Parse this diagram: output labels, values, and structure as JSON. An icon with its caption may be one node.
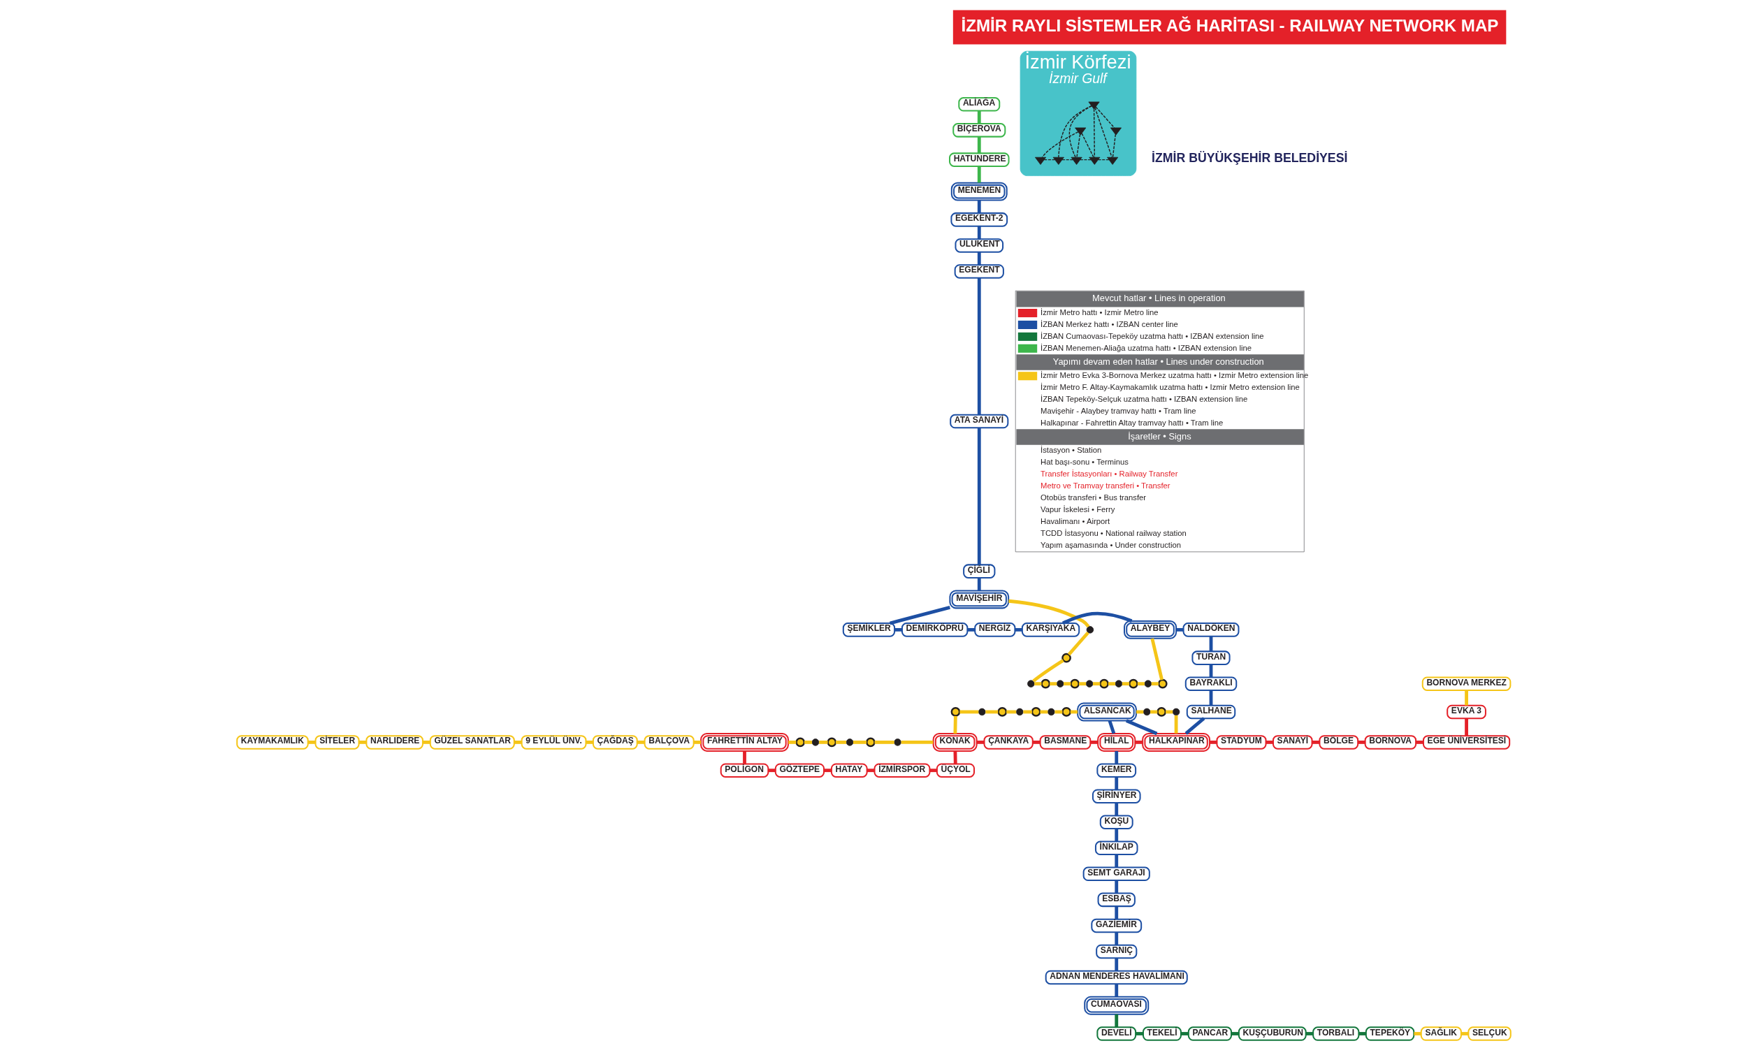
{
  "diagram": {
    "title": "İZMİR RAYLI SİSTEMLER AĞ HARİTASI - RAILWAY NETWORK MAP",
    "nodes": [
      {
        "text": [
          "ALİAĞA"
        ]
      },
      {
        "text": [
          "BİÇEROVA"
        ]
      },
      {
        "text": [
          "HATUNDERE"
        ]
      },
      {
        "text": [
          "MENEMEN"
        ]
      },
      {
        "text": [
          "EGEKENT-2"
        ]
      },
      {
        "text": [
          "ULUKENT"
        ]
      },
      {
        "text": [
          "EGEKENT"
        ]
      },
      {
        "text": [
          "ATA SANAYİ"
        ]
      },
      {
        "text": [
          "ÇİĞLİ"
        ]
      },
      {
        "text": [
          "MAVİŞEHİR"
        ]
      },
      {
        "text": [
          "ŞEMİKLER"
        ]
      },
      {
        "text": [
          "DEMİRKÖPRÜ"
        ]
      },
      {
        "text": [
          "NERGİZ"
        ]
      },
      {
        "text": [
          "KARŞIYAKA"
        ]
      },
      {
        "text": [
          "ALAYBEY"
        ]
      },
      {
        "text": [
          "NALDÖKEN"
        ]
      },
      {
        "text": [],
        "shape": "circle"
      },
      {
        "text": [],
        "shape": "circle"
      },
      {
        "text": [],
        "shape": "circle"
      },
      {
        "text": [],
        "shape": "circle"
      },
      {
        "text": [],
        "shape": "circle"
      },
      {
        "text": [],
        "shape": "circle"
      },
      {
        "text": [],
        "shape": "circle"
      },
      {
        "text": [],
        "shape": "circle"
      },
      {
        "text": [],
        "shape": "circle"
      },
      {
        "text": [],
        "shape": "circle"
      },
      {
        "text": [],
        "shape": "circle"
      },
      {
        "text": [],
        "shape": "circle"
      },
      {
        "text": [
          "BORNOVA MERKEZ"
        ]
      },
      {
        "text": [
          "TURAN"
        ]
      },
      {
        "text": [
          "EVKA 3"
        ]
      },
      {
        "text": [
          "İzmir Körfezi",
          "İzmir Gulf"
        ]
      },
      {
        "text": [],
        "shape": "anchor",
        "in": 31
      },
      {
        "text": [],
        "shape": "anchor",
        "in": 31
      },
      {
        "text": [],
        "shape": "anchor",
        "in": 31
      },
      {
        "text": [],
        "shape": "anchor",
        "in": 31
      },
      {
        "text": [],
        "shape": "anchor",
        "in": 31
      },
      {
        "text": [],
        "shape": "anchor",
        "in": 31
      },
      {
        "text": [],
        "shape": "anchor",
        "in": 31
      },
      {
        "text": [],
        "shape": "anchor",
        "in": 31
      },
      {
        "text": [
          "BAYRAKLI"
        ]
      },
      {
        "text": [
          "SANAYİ"
        ]
      },
      {
        "text": [
          "BÖLGE"
        ]
      },
      {
        "text": [
          "BORNOVA"
        ]
      },
      {
        "text": [
          "SALHANE"
        ]
      },
      {
        "text": [
          "EGE ÜNİVERSİTESİ"
        ]
      },
      {
        "text": [
          "ALSANCAK"
        ]
      },
      {
        "text": [
          "STADYUM"
        ]
      },
      {
        "text": [
          "SİTELER"
        ]
      },
      {
        "text": [
          "NARLIDERE"
        ]
      },
      {
        "text": [
          "GÜZEL SANATLAR"
        ]
      },
      {
        "text": [
          "9 EYLÜL ÜNV."
        ]
      },
      {
        "text": [
          "ÇAĞDAŞ"
        ]
      },
      {
        "text": [
          "BALÇOVA"
        ]
      },
      {
        "text": [
          "KONAK"
        ]
      },
      {
        "text": [
          "ÇANKAYA"
        ]
      },
      {
        "text": [
          "BASMANE"
        ]
      },
      {
        "text": [
          "HİLAL"
        ]
      },
      {
        "text": [
          "HALKAPINAR"
        ]
      },
      {
        "text": [
          "KAYMAKAMLIK"
        ]
      },
      {
        "text": [
          "FAHRETTİN ALTAY"
        ]
      },
      {
        "text": [
          "POLİGON"
        ]
      },
      {
        "text": [
          "GÖZTEPE"
        ]
      },
      {
        "text": [
          "HATAY"
        ]
      },
      {
        "text": [
          "İZMİRSPOR"
        ]
      },
      {
        "text": [
          "ÜÇYOL"
        ]
      },
      {
        "text": [
          "KEMER"
        ]
      },
      {
        "text": [
          "ŞİRİNYER"
        ]
      },
      {
        "text": [
          "KOŞU"
        ]
      },
      {
        "text": [
          "İNKILAP"
        ]
      },
      {
        "text": [
          "SEMT GARAJI"
        ]
      },
      {
        "text": [
          "ESBAŞ"
        ]
      },
      {
        "text": [
          "GAZİEMİR"
        ]
      },
      {
        "text": [
          "SARNIÇ"
        ]
      },
      {
        "text": [
          "ADNAN MENDERES HAVALİMANI"
        ]
      },
      {
        "text": [
          "CUMAOVASI"
        ]
      },
      {
        "text": [
          "SAĞLIK"
        ]
      },
      {
        "text": [
          "SELÇUK"
        ]
      },
      {
        "text": [
          "DEVELİ"
        ]
      },
      {
        "text": [
          "TEKELİ"
        ]
      },
      {
        "text": [
          "PANCAR"
        ]
      },
      {
        "text": [
          "KUŞÇUBURUN"
        ]
      },
      {
        "text": [
          "TORBALI"
        ]
      },
      {
        "text": [
          "TEPEKÖY"
        ]
      },
      {
        "text": [],
        "shape": "circle"
      },
      {
        "text": [],
        "shape": "circle"
      },
      {
        "text": [],
        "shape": "circle"
      },
      {
        "text": [],
        "shape": "circle"
      },
      {
        "text": [],
        "shape": "circle"
      },
      {
        "text": [],
        "shape": "circle"
      },
      {
        "text": [],
        "shape": "circle"
      },
      {
        "text": [],
        "shape": "circle"
      },
      {
        "text": [],
        "shape": "circle"
      },
      {
        "text": [],
        "shape": "circle"
      },
      {
        "text": [],
        "shape": "circle"
      },
      {
        "text": [],
        "shape": "circle"
      },
      {
        "text": [],
        "shape": "circle"
      },
      {
        "text": [],
        "shape": "circle"
      },
      {
        "text": [],
        "shape": "circle"
      },
      {
        "text": [],
        "shape": "circle"
      }
    ],
    "edges": [
      {
        "from": 0,
        "to": 1,
        "arrow": "none",
        "color": "#3db64b"
      },
      {
        "from": 1,
        "to": 2,
        "arrow": "none",
        "color": "#3db64b"
      },
      {
        "from": 2,
        "to": 3,
        "arrow": "none",
        "color": "#3db64b"
      },
      {
        "from": 3,
        "to": 4,
        "arrow": "none",
        "color": "#1d4fa3"
      },
      {
        "from": 4,
        "to": 5,
        "arrow": "none",
        "color": "#1d4fa3"
      },
      {
        "from": 5,
        "to": 6,
        "arrow": "none",
        "color": "#1d4fa3"
      },
      {
        "from": 6,
        "to": 7,
        "arrow": "none",
        "color": "#1d4fa3"
      },
      {
        "from": 7,
        "to": 8,
        "arrow": "none",
        "color": "#1d4fa3"
      },
      {
        "from": 8,
        "to": 9,
        "arrow": "none",
        "color": "#1d4fa3"
      },
      {
        "from": 9,
        "to": 10,
        "arrow": "none",
        "color": "#1d4fa3"
      },
      {
        "from": 10,
        "to": 11,
        "arrow": "none",
        "color": "#1d4fa3"
      },
      {
        "from": 11,
        "to": 12,
        "arrow": "none",
        "color": "#1d4fa3"
      },
      {
        "from": 12,
        "to": 13,
        "arrow": "none",
        "color": "#1d4fa3"
      },
      {
        "from": 13,
        "to": 14,
        "arrow": "none",
        "color": "#1d4fa3"
      },
      {
        "from": 14,
        "to": 15,
        "arrow": "none",
        "color": "#1d4fa3"
      },
      {
        "from": 15,
        "to": 29,
        "arrow": "none",
        "color": "#1d4fa3"
      },
      {
        "from": 29,
        "to": 40,
        "arrow": "none",
        "color": "#1d4fa3"
      },
      {
        "from": 40,
        "to": 44,
        "arrow": "none",
        "color": "#1d4fa3"
      },
      {
        "from": 44,
        "to": 58,
        "arrow": "none",
        "color": "#1d4fa3"
      },
      {
        "from": 46,
        "to": 58,
        "arrow": "none",
        "color": "#1d4fa3"
      },
      {
        "from": 46,
        "to": 57,
        "arrow": "none",
        "color": "#1d4fa3"
      },
      {
        "from": 57,
        "to": 66,
        "arrow": "none",
        "color": "#1d4fa3"
      },
      {
        "from": 66,
        "to": 67,
        "arrow": "none",
        "color": "#1d4fa3"
      },
      {
        "from": 67,
        "to": 68,
        "arrow": "none",
        "color": "#1d4fa3"
      },
      {
        "from": 68,
        "to": 69,
        "arrow": "none",
        "color": "#1d4fa3"
      },
      {
        "from": 69,
        "to": 70,
        "arrow": "none",
        "color": "#1d4fa3"
      },
      {
        "from": 70,
        "to": 71,
        "arrow": "none",
        "color": "#1d4fa3"
      },
      {
        "from": 71,
        "to": 72,
        "arrow": "none",
        "color": "#1d4fa3"
      },
      {
        "from": 72,
        "to": 73,
        "arrow": "none",
        "color": "#1d4fa3"
      },
      {
        "from": 73,
        "to": 74,
        "arrow": "none",
        "color": "#1d4fa3"
      },
      {
        "from": 74,
        "to": 75,
        "arrow": "none",
        "color": "#1d4fa3"
      },
      {
        "from": 75,
        "to": 78,
        "arrow": "none",
        "color": "#13773c"
      },
      {
        "from": 78,
        "to": 79,
        "arrow": "none",
        "color": "#13773c"
      },
      {
        "from": 79,
        "to": 80,
        "arrow": "none",
        "color": "#13773c"
      },
      {
        "from": 80,
        "to": 81,
        "arrow": "none",
        "color": "#13773c"
      },
      {
        "from": 81,
        "to": 82,
        "arrow": "none",
        "color": "#13773c"
      },
      {
        "from": 82,
        "to": 83,
        "arrow": "none",
        "color": "#13773c"
      },
      {
        "from": 83,
        "to": 76,
        "arrow": "none"
      },
      {
        "from": 76,
        "to": 77,
        "arrow": "none"
      },
      {
        "from": 60,
        "to": 61,
        "arrow": "none",
        "color": "#e42129"
      },
      {
        "from": 61,
        "to": 62,
        "arrow": "none",
        "color": "#e42129"
      },
      {
        "from": 62,
        "to": 63,
        "arrow": "none",
        "color": "#e42129"
      },
      {
        "from": 63,
        "to": 64,
        "arrow": "none",
        "color": "#e42129"
      },
      {
        "from": 64,
        "to": 65,
        "arrow": "none",
        "color": "#e42129"
      },
      {
        "from": 54,
        "to": 65,
        "arrow": "none",
        "color": "#e42129"
      },
      {
        "from": 54,
        "to": 55,
        "arrow": "none",
        "color": "#e42129"
      },
      {
        "from": 55,
        "to": 56,
        "arrow": "none",
        "color": "#e42129"
      },
      {
        "from": 56,
        "to": 57,
        "arrow": "none",
        "color": "#e42129"
      },
      {
        "from": 57,
        "to": 58,
        "arrow": "none",
        "color": "#e42129"
      },
      {
        "from": 58,
        "to": 47,
        "arrow": "none",
        "color": "#e42129"
      },
      {
        "from": 47,
        "to": 41,
        "arrow": "none",
        "color": "#e42129"
      },
      {
        "from": 41,
        "to": 42,
        "arrow": "none",
        "color": "#e42129"
      },
      {
        "from": 42,
        "to": 43,
        "arrow": "none",
        "color": "#e42129"
      },
      {
        "from": 43,
        "to": 45,
        "arrow": "none",
        "color": "#e42129"
      },
      {
        "from": 30,
        "to": 45,
        "arrow": "none",
        "color": "#e42129"
      },
      {
        "from": 28,
        "to": 30,
        "arrow": "none"
      },
      {
        "from": 59,
        "to": 48,
        "arrow": "none"
      },
      {
        "from": 48,
        "to": 49,
        "arrow": "none"
      },
      {
        "from": 49,
        "to": 50,
        "arrow": "none"
      },
      {
        "from": 50,
        "to": 51,
        "arrow": "none"
      },
      {
        "from": 51,
        "to": 52,
        "arrow": "none"
      },
      {
        "from": 52,
        "to": 53,
        "arrow": "none"
      },
      {
        "from": 53,
        "to": 60,
        "arrow": "none"
      },
      {
        "from": 9,
        "to": 16,
        "arrow": "none"
      },
      {
        "from": 16,
        "to": 17,
        "arrow": "none"
      },
      {
        "from": 17,
        "to": 18,
        "arrow": "none"
      },
      {
        "from": 18,
        "to": 19,
        "arrow": "none"
      },
      {
        "from": 19,
        "to": 20,
        "arrow": "none"
      },
      {
        "from": 20,
        "to": 21,
        "arrow": "none"
      },
      {
        "from": 21,
        "to": 22,
        "arrow": "none"
      },
      {
        "from": 22,
        "to": 23,
        "arrow": "none"
      },
      {
        "from": 23,
        "to": 24,
        "arrow": "none"
      },
      {
        "from": 24,
        "to": 25,
        "arrow": "none"
      },
      {
        "from": 25,
        "to": 26,
        "arrow": "none"
      },
      {
        "from": 26,
        "to": 27,
        "arrow": "none"
      },
      {
        "from": 14,
        "to": 27,
        "arrow": "none"
      },
      {
        "from": 60,
        "to": 84,
        "arrow": "none"
      },
      {
        "from": 84,
        "to": 85,
        "arrow": "none"
      },
      {
        "from": 85,
        "to": 86,
        "arrow": "none"
      },
      {
        "from": 86,
        "to": 87,
        "arrow": "none"
      },
      {
        "from": 87,
        "to": 88,
        "arrow": "none"
      },
      {
        "from": 88,
        "to": 89,
        "arrow": "none"
      },
      {
        "from": 89,
        "to": 54,
        "arrow": "none"
      },
      {
        "from": 90,
        "to": 54,
        "arrow": "none"
      },
      {
        "from": 90,
        "to": 91,
        "arrow": "none"
      },
      {
        "from": 91,
        "to": 92,
        "arrow": "none"
      },
      {
        "from": 92,
        "to": 93,
        "arrow": "none"
      },
      {
        "from": 93,
        "to": 94,
        "arrow": "none"
      },
      {
        "from": 94,
        "to": 95,
        "arrow": "none"
      },
      {
        "from": 95,
        "to": 96,
        "arrow": "none"
      },
      {
        "from": 96,
        "to": 46,
        "arrow": "none"
      },
      {
        "from": 46,
        "to": 97,
        "arrow": "none"
      },
      {
        "from": 97,
        "to": 98,
        "arrow": "none"
      },
      {
        "from": 98,
        "to": 99,
        "arrow": "none"
      },
      {
        "from": 99,
        "to": 58,
        "arrow": "none"
      },
      {
        "from": 32,
        "to": 35,
        "arrow": "none",
        "style": "dashed",
        "color": "#231f20"
      },
      {
        "from": 32,
        "to": 37,
        "arrow": "none",
        "style": "dashed",
        "color": "#231f20"
      },
      {
        "from": 32,
        "to": 38,
        "arrow": "none",
        "style": "dashed",
        "color": "#231f20"
      },
      {
        "from": 33,
        "to": 36,
        "arrow": "none",
        "style": "dashed",
        "color": "#231f20"
      },
      {
        "from": 33,
        "to": 37,
        "arrow": "none",
        "style": "dashed",
        "color": "#231f20"
      },
      {
        "from": 33,
        "to": 38,
        "arrow": "none",
        "style": "dashed",
        "color": "#231f20"
      },
      {
        "from": 33,
        "to": 39,
        "arrow": "none",
        "style": "dashed",
        "color": "#231f20"
      },
      {
        "from": 33,
        "to": 34,
        "arrow": "none",
        "style": "dashed",
        "color": "#231f20"
      },
      {
        "from": 34,
        "to": 39,
        "arrow": "none",
        "style": "dashed",
        "color": "#231f20"
      },
      {
        "from": 35,
        "to": 36,
        "arrow": "none",
        "style": "dashed",
        "color": "#231f20"
      },
      {
        "from": 36,
        "to": 37,
        "arrow": "none",
        "style": "dashed",
        "color": "#231f20"
      },
      {
        "from": 37,
        "to": 38,
        "arrow": "none",
        "style": "dashed",
        "color": "#231f20"
      },
      {
        "from": 38,
        "to": 39,
        "arrow": "none",
        "style": "dashed",
        "color": "#231f20"
      }
    ],
    "labels": [
      "İZMİR BÜYÜKŞEHİR BELEDİYESİ",
      "Mevcut hatlar • Lines in operation",
      "Yapımı devam eden hatlar • Lines under construction",
      "İşaretler • Signs"
    ],
    "legend": [
      {
        "text": "İzmir Metro hattı • Izmir Metro line",
        "color": "#e42129"
      },
      {
        "text": "İZBAN Merkez hattı • IZBAN center line",
        "color": "#1d4fa3"
      },
      {
        "text": "İZBAN Cumaovası-Tepeköy uzatma hattı • IZBAN extension line",
        "color": "#13773c"
      },
      {
        "text": "İZBAN Menemen-Aliağa uzatma hattı • IZBAN extension line",
        "color": "#3db64b"
      },
      {
        "text": "İzmir Metro Evka 3-Bornova Merkez uzatma hattı • Izmir Metro extension line",
        "color": "#f5c518"
      },
      {
        "text": "İzmir Metro F. Altay-Kaymakamlık uzatma hattı • Izmir Metro extension line"
      },
      {
        "text": "İZBAN Tepeköy-Selçuk uzatma hattı • IZBAN extension line"
      },
      {
        "text": "Mavişehir - Alaybey tramvay hattı • Tram line"
      },
      {
        "text": "Halkapınar - Fahrettin Altay tramvay hattı • Tram line"
      },
      {
        "text": "İstasyon • Station"
      },
      {
        "text": "Hat başı-sonu • Terminus"
      },
      {
        "text": "Transfer İstasyonları • Railway Transfer"
      },
      {
        "text": "Metro ve Tramvay transferi • Transfer"
      },
      {
        "text": "Otobüs transferi • Bus transfer"
      },
      {
        "text": "Vapur İskelesi • Ferry"
      },
      {
        "text": "Havalimanı • Airport"
      },
      {
        "text": "TCDD İstasyonu • National railway station"
      },
      {
        "text": "Yapım aşamasında • Under construction"
      }
    ]
  }
}
